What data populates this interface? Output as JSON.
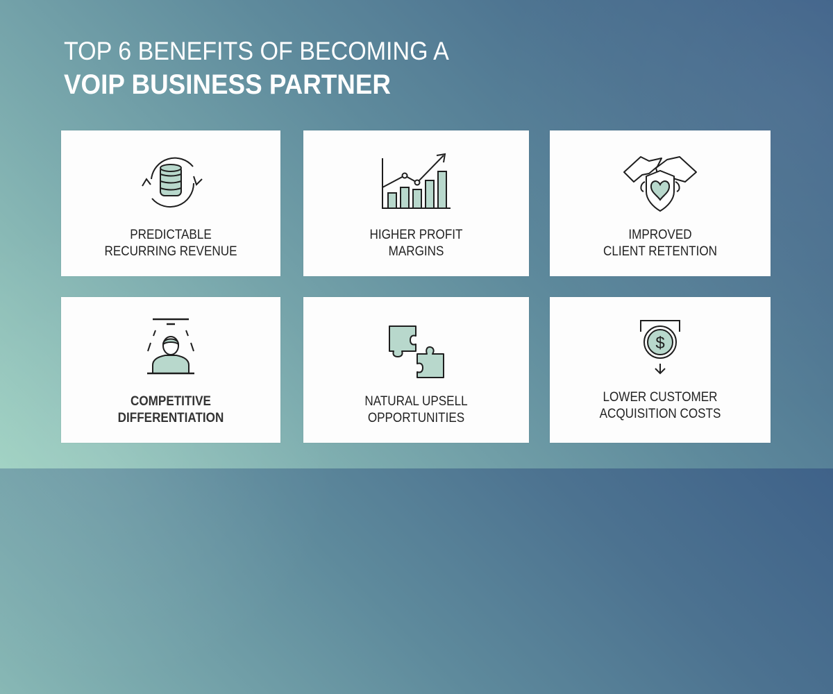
{
  "title": {
    "line1": "TOP 6 BENEFITS OF BECOMING A",
    "line2": "VOIP BUSINESS PARTNER"
  },
  "colors": {
    "accent_fill": "#b8d8cc",
    "stroke": "#1e1e1e",
    "bg_top_right": "#3f6289",
    "bg_bottom_left": "#9fd1c2"
  },
  "cards": [
    {
      "icon": "recurring-revenue-coins-icon",
      "line1": "PREDICTABLE",
      "line2": "RECURRING REVENUE"
    },
    {
      "icon": "profit-growth-chart-icon",
      "line1": "HIGHER PROFIT",
      "line2": "MARGINS"
    },
    {
      "icon": "hands-heart-shield-icon",
      "line1": "IMPROVED",
      "line2": "CLIENT RETENTION"
    },
    {
      "icon": "spotlight-person-icon",
      "line1": "COMPETITIVE",
      "line2": "DIFFERENTIATION"
    },
    {
      "icon": "puzzle-pieces-icon",
      "line1": "NATURAL UPSELL",
      "line2": "OPPORTUNITIES"
    },
    {
      "icon": "dollar-coin-down-icon",
      "line1": "LOWER CUSTOMER",
      "line2": "ACQUISITION COSTS"
    }
  ]
}
